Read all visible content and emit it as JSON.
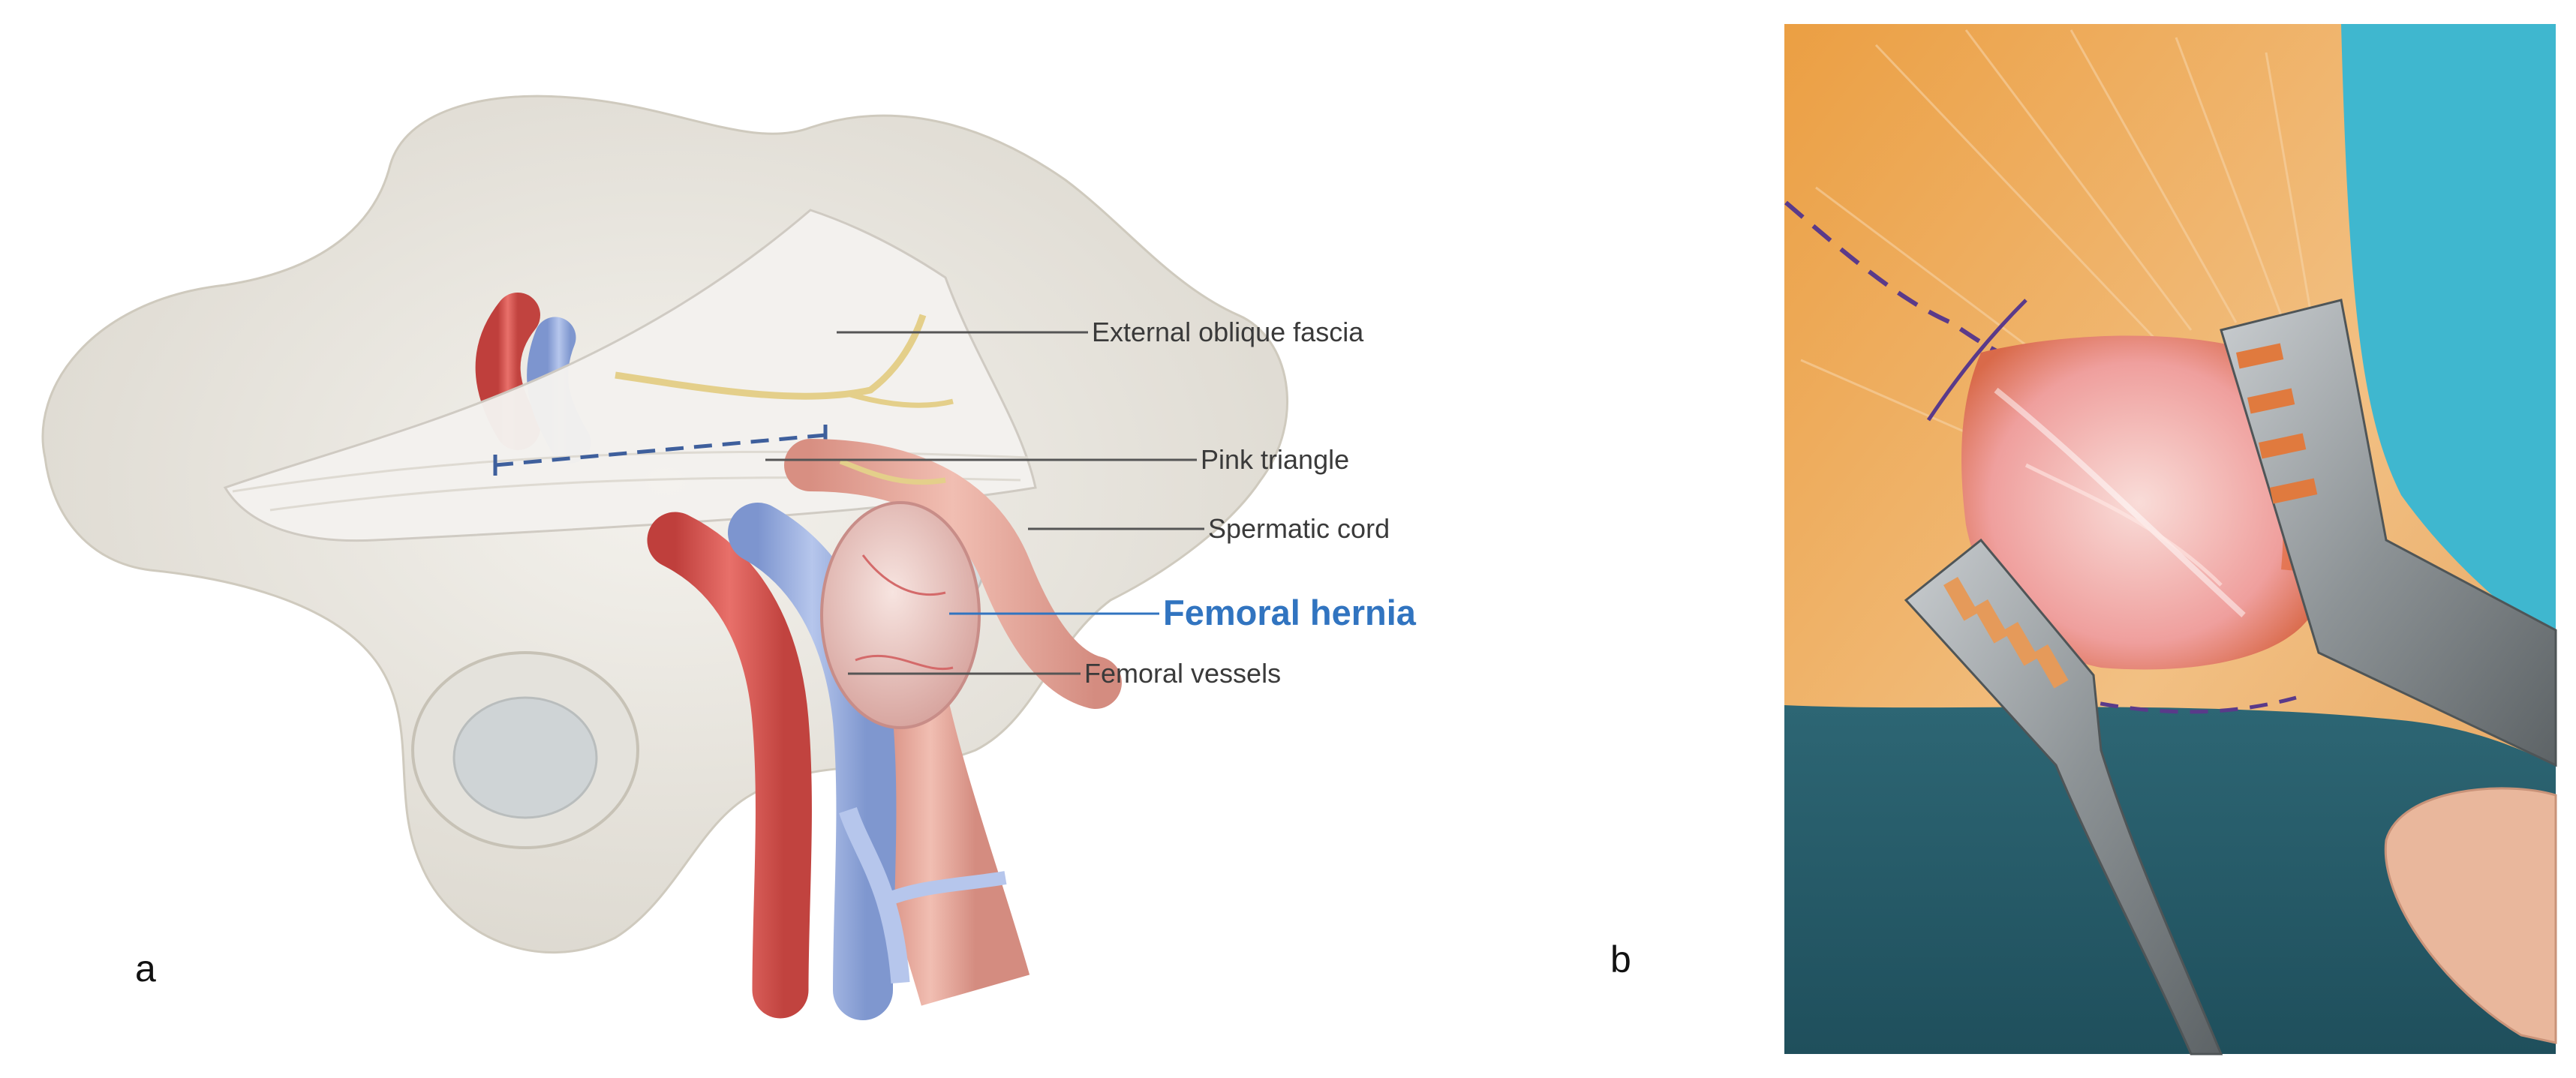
{
  "panel_a": {
    "letter": "a",
    "labels": {
      "external_oblique_fascia": "External oblique fascia",
      "pink_triangle": "Pink triangle",
      "spermatic_cord": "Spermatic cord",
      "femoral_hernia": "Femoral hernia",
      "femoral_vessels": "Femoral vessels"
    },
    "colors": {
      "label_emphasis": "#3174c0",
      "label_text": "#3a3a3a",
      "artery": "#d4524e",
      "vein": "#8fa6dc",
      "muscle": "#e8a89a",
      "bone": "#e9e6df",
      "fascia": "#f3f1ee"
    }
  },
  "panel_b": {
    "letter": "b",
    "colors": {
      "skin": "#e49a45",
      "drape": "#2a5d6a",
      "blue_drape": "#3fb7cf",
      "wound": "#f1b7b9",
      "retractor": "#9aa0a3",
      "marker": "#5a3a8a"
    }
  }
}
